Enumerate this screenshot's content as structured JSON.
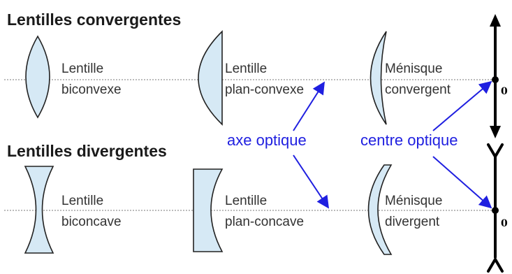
{
  "headings": {
    "convergent": "Lentilles convergentes",
    "divergent": "Lentilles divergentes"
  },
  "lenses": {
    "biconvex": [
      "Lentille",
      "biconvexe"
    ],
    "plano_convex": [
      "Lentille",
      "plan-convexe"
    ],
    "meniscus_convergent": [
      "Ménisque",
      "convergent"
    ],
    "biconcave": [
      "Lentille",
      "biconcave"
    ],
    "plano_concave": [
      "Lentille",
      "plan-concave"
    ],
    "meniscus_divergent": [
      "Ménisque",
      "divergent"
    ]
  },
  "annotations": {
    "optical_axis": "axe optique",
    "optical_center": "centre optique"
  },
  "symbols": {
    "convergent_origin": "0",
    "divergent_origin": "0"
  },
  "colors": {
    "lens_fill": "#d6e9f5",
    "annotation_blue": "#1f1fe0"
  }
}
